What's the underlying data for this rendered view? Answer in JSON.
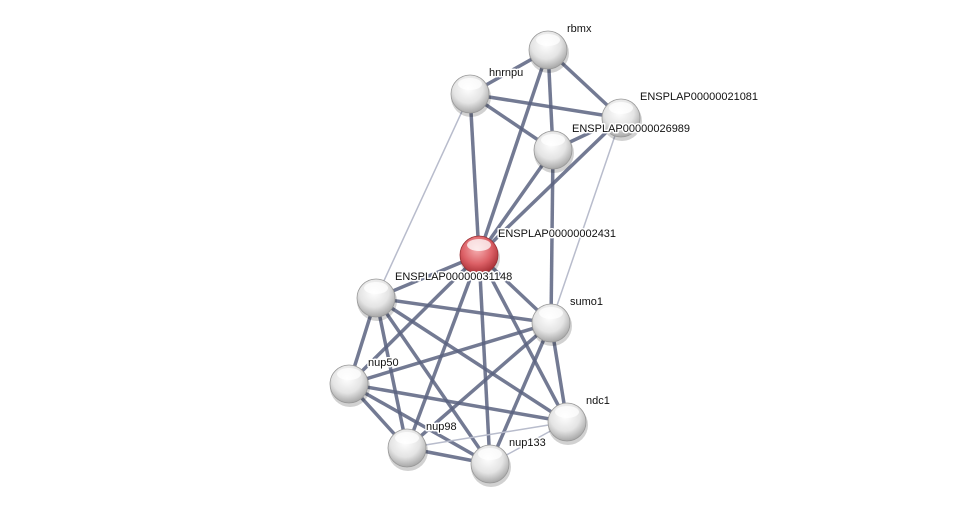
{
  "network": {
    "nodes": [
      {
        "id": "rbmx",
        "label": "rbmx",
        "query": false
      },
      {
        "id": "hnrnpu",
        "label": "hnrnpu",
        "query": false
      },
      {
        "id": "e21081",
        "label": "ENSPLAP00000021081",
        "query": false
      },
      {
        "id": "e26989",
        "label": "ENSPLAP00000026989",
        "query": false
      },
      {
        "id": "e2431",
        "label": "ENSPLAP00000002431",
        "query": true
      },
      {
        "id": "e31148",
        "label": "ENSPLAP00000031148",
        "query": false
      },
      {
        "id": "sumo1",
        "label": "sumo1",
        "query": false
      },
      {
        "id": "nup50",
        "label": "nup50",
        "query": false
      },
      {
        "id": "ndc1",
        "label": "ndc1",
        "query": false
      },
      {
        "id": "nup98",
        "label": "nup98",
        "query": false
      },
      {
        "id": "nup133",
        "label": "nup133",
        "query": false
      }
    ],
    "edges": [
      [
        "rbmx",
        "hnrnpu",
        "strong"
      ],
      [
        "rbmx",
        "e21081",
        "strong"
      ],
      [
        "rbmx",
        "e26989",
        "strong"
      ],
      [
        "rbmx",
        "e2431",
        "strong"
      ],
      [
        "hnrnpu",
        "e21081",
        "strong"
      ],
      [
        "hnrnpu",
        "e26989",
        "strong"
      ],
      [
        "hnrnpu",
        "e2431",
        "strong"
      ],
      [
        "hnrnpu",
        "e31148",
        "weak"
      ],
      [
        "e26989",
        "e21081",
        "strong"
      ],
      [
        "e26989",
        "e2431",
        "strong"
      ],
      [
        "e21081",
        "e2431",
        "strong"
      ],
      [
        "e26989",
        "sumo1",
        "strong"
      ],
      [
        "e21081",
        "sumo1",
        "weak"
      ],
      [
        "e2431",
        "e31148",
        "strong"
      ],
      [
        "e2431",
        "nup50",
        "strong"
      ],
      [
        "e2431",
        "nup98",
        "strong"
      ],
      [
        "e2431",
        "nup133",
        "strong"
      ],
      [
        "e2431",
        "ndc1",
        "strong"
      ],
      [
        "e2431",
        "sumo1",
        "strong"
      ],
      [
        "e31148",
        "sumo1",
        "strong"
      ],
      [
        "e31148",
        "nup50",
        "strong"
      ],
      [
        "e31148",
        "nup98",
        "strong"
      ],
      [
        "e31148",
        "nup133",
        "strong"
      ],
      [
        "e31148",
        "ndc1",
        "strong"
      ],
      [
        "sumo1",
        "nup50",
        "strong"
      ],
      [
        "sumo1",
        "nup98",
        "strong"
      ],
      [
        "sumo1",
        "nup133",
        "strong"
      ],
      [
        "sumo1",
        "ndc1",
        "strong"
      ],
      [
        "nup50",
        "nup98",
        "strong"
      ],
      [
        "nup50",
        "nup133",
        "strong"
      ],
      [
        "nup50",
        "ndc1",
        "strong"
      ],
      [
        "nup98",
        "nup133",
        "strong"
      ],
      [
        "nup98",
        "ndc1",
        "weak"
      ],
      [
        "nup133",
        "ndc1",
        "weak"
      ]
    ],
    "colors": {
      "node": "#e6e6e6",
      "query_node": "#d9585c",
      "edge_strong": "#5a6380",
      "edge_weak": "#b8bccc"
    }
  }
}
